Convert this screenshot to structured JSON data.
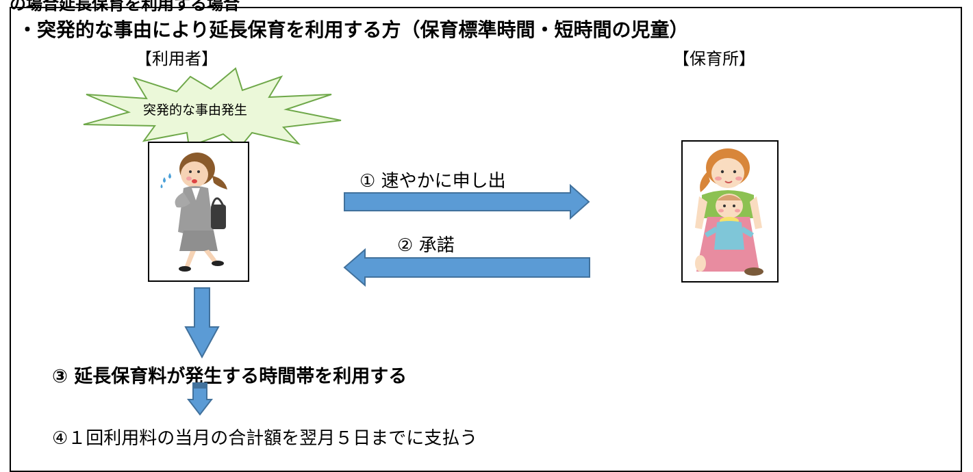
{
  "header_cutoff": "の場合延長保育を利用する場合",
  "title": "・突発的な事由により延長保育を利用する方（保育標準時間・短時間の児童）",
  "roles": {
    "user": "【利用者】",
    "nursery": "【保育所】"
  },
  "event": "突発的な事由発生",
  "steps": {
    "s1": "① 速やかに申し出",
    "s2": "② 承諾",
    "s3": "③ 延長保育料が発生する時間帯を利用する",
    "s4": "④１回利用料の当月の合計額を翌月５日までに支払う"
  },
  "colors": {
    "arrow_fill": "#5b9bd5",
    "arrow_stroke": "#41719c",
    "burst_fill": "#ebf8d9",
    "burst_stroke": "#6fa84a"
  }
}
